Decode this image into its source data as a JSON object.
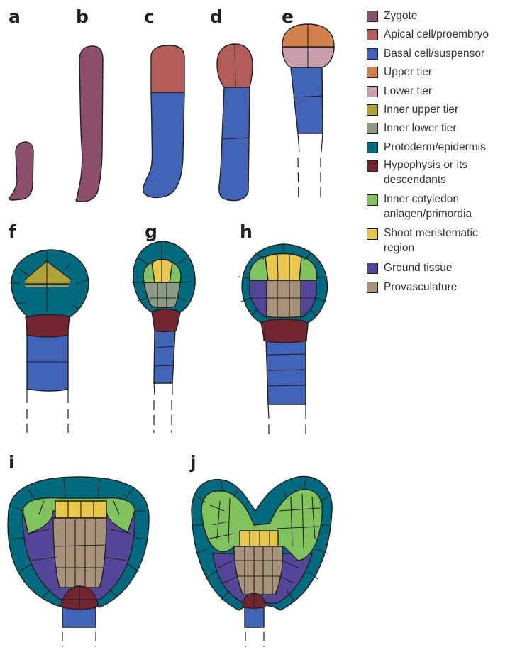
{
  "panels": [
    "a",
    "b",
    "c",
    "d",
    "e",
    "f",
    "g",
    "h",
    "i",
    "j"
  ],
  "legend": [
    {
      "label": "Zygote",
      "color": "#8b4f6a"
    },
    {
      "label": "Apical cell/proembryo",
      "color": "#b45c58"
    },
    {
      "label": "Basal cell/suspensor",
      "color": "#4264b8"
    },
    {
      "label": "Upper tier",
      "color": "#d17f4b"
    },
    {
      "label": "Lower tier",
      "color": "#c8a0ad"
    },
    {
      "label": "Inner upper tier",
      "color": "#ada338"
    },
    {
      "label": "Inner lower tier",
      "color": "#8c9c84"
    },
    {
      "label": "Protoderm/epidermis",
      "color": "#006b7e"
    },
    {
      "label": "Hypophysis or its descendants",
      "color": "#722430"
    },
    {
      "label": "Inner cotyledon anlagen/primordia",
      "color": "#7fc25e"
    },
    {
      "label": "Shoot meristematic region",
      "color": "#e7c84a"
    },
    {
      "label": "Ground tissue",
      "color": "#54479a"
    },
    {
      "label": "Provasculature",
      "color": "#a7937a"
    }
  ]
}
